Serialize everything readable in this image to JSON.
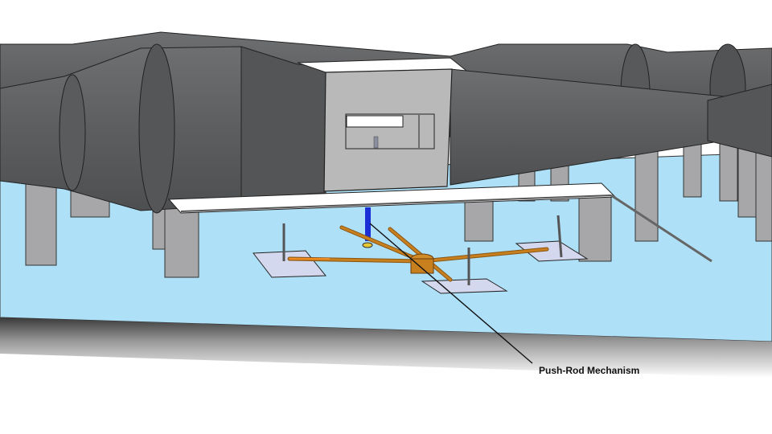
{
  "diagram": {
    "type": "cad-rendering",
    "subject": "wind tunnel test section with floor-mounted mechanism",
    "annotations": [
      {
        "label": "Push-Rod Mechanism",
        "leader_from": [
          552,
          348
        ],
        "leader_to": [
          662,
          452
        ]
      }
    ],
    "colors": {
      "duct": "#5e5f61",
      "duct_dark": "#4a4b4d",
      "test_section": "#b9b9b9",
      "floor": "#aee0f7",
      "floor_edge": "#3a3a3a",
      "support_pillar": "#a9a9ab",
      "mechanism": "#c8801e",
      "push_rod": "#1a2fd6",
      "plate": "#d4d8ee"
    }
  }
}
